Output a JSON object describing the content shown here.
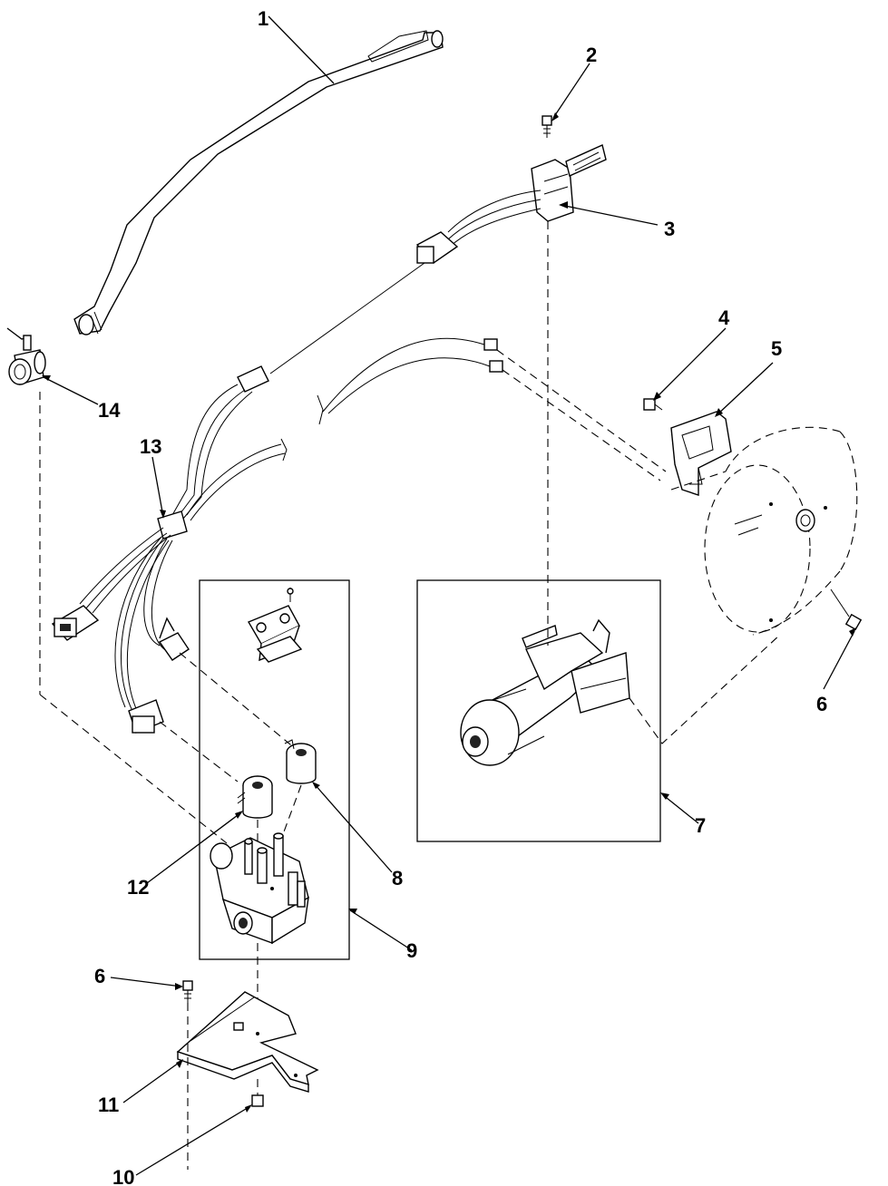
{
  "callouts": [
    {
      "id": "c1",
      "text": "1"
    },
    {
      "id": "c2",
      "text": "2"
    },
    {
      "id": "c3",
      "text": "3"
    },
    {
      "id": "c4",
      "text": "4"
    },
    {
      "id": "c5",
      "text": "5"
    },
    {
      "id": "c6a",
      "text": "6"
    },
    {
      "id": "c6b",
      "text": "6"
    },
    {
      "id": "c7",
      "text": "7"
    },
    {
      "id": "c8",
      "text": "8"
    },
    {
      "id": "c9",
      "text": "9"
    },
    {
      "id": "c10",
      "text": "10"
    },
    {
      "id": "c11",
      "text": "11"
    },
    {
      "id": "c12",
      "text": "12"
    },
    {
      "id": "c13",
      "text": "13"
    },
    {
      "id": "c14",
      "text": "14"
    }
  ]
}
